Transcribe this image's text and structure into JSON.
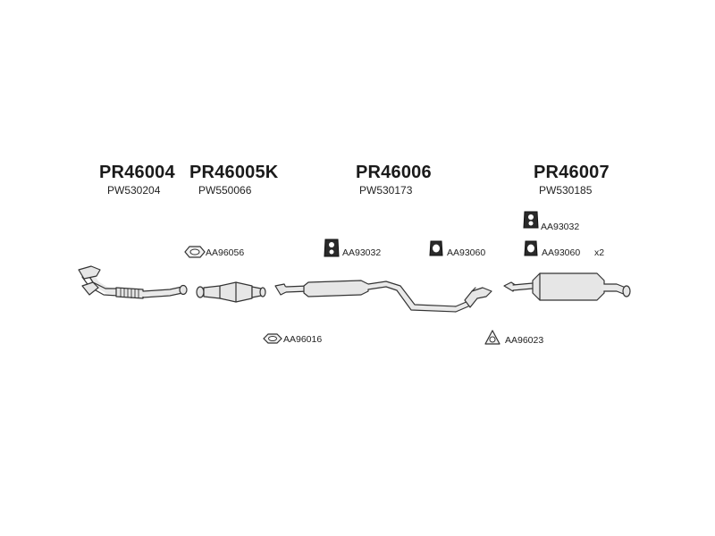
{
  "parts": [
    {
      "part_no": "PR46004",
      "ref": "PW530204"
    },
    {
      "part_no": "PR46005K",
      "ref": "PW550066"
    },
    {
      "part_no": "PR46006",
      "ref": "PW530173"
    },
    {
      "part_no": "PR46007",
      "ref": "PW530185"
    }
  ],
  "accessories": {
    "gasket_1": {
      "code": "AA96056",
      "icon": "oval-gasket-icon"
    },
    "hanger_1": {
      "code": "AA93032",
      "icon": "rubber-hanger-icon"
    },
    "ring_1": {
      "code": "AA93060",
      "icon": "rubber-ring-icon"
    },
    "hanger_2": {
      "code": "AA93032",
      "icon": "rubber-hanger-icon"
    },
    "ring_2": {
      "code": "AA93060",
      "icon": "rubber-ring-icon",
      "qty": "x2"
    },
    "gasket_2": {
      "code": "AA96016",
      "icon": "oval-gasket-icon"
    },
    "gasket_3": {
      "code": "AA96023",
      "icon": "triangular-gasket-icon"
    }
  },
  "colors": {
    "line": "#333333",
    "fill": "#e6e6e6",
    "text": "#1a1a1a"
  }
}
